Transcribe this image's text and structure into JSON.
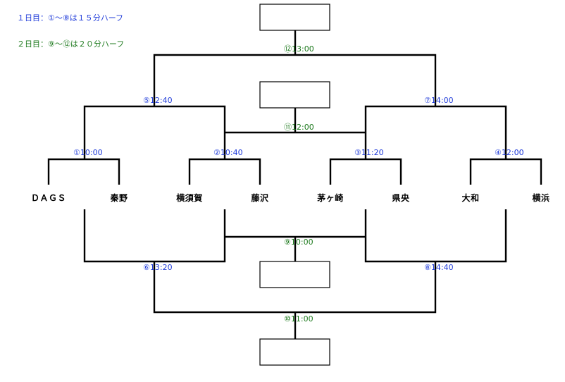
{
  "notes": {
    "day1": "１日目：①～⑧は１５分ハーフ",
    "day2": "２日目：⑨～⑫は２０分ハーフ"
  },
  "teams": {
    "t1": "ＤＡＧＳ",
    "t2": "秦野",
    "t3": "横須賀",
    "t4": "藤沢",
    "t5": "茅ヶ崎",
    "t6": "県央",
    "t7": "大和",
    "t8": "横浜"
  },
  "matches": {
    "m1": {
      "num": "①",
      "time": "10:00"
    },
    "m2": {
      "num": "②",
      "time": "10:40"
    },
    "m3": {
      "num": "③",
      "time": "11:20"
    },
    "m4": {
      "num": "④",
      "time": "12:00"
    },
    "m5": {
      "num": "⑤",
      "time": "12:40"
    },
    "m6": {
      "num": "⑥",
      "time": "13:20"
    },
    "m7": {
      "num": "⑦",
      "time": "14:00"
    },
    "m8": {
      "num": "⑧",
      "time": "14:40"
    },
    "m9": {
      "num": "⑨",
      "time": "10:00"
    },
    "m10": {
      "num": "⑩",
      "time": "11:00"
    },
    "m11": {
      "num": "⑪",
      "time": "12:00"
    },
    "m12": {
      "num": "⑫",
      "time": "13:00"
    }
  },
  "colors": {
    "day1": "#1f3bd9",
    "day2": "#1e7a1e"
  }
}
